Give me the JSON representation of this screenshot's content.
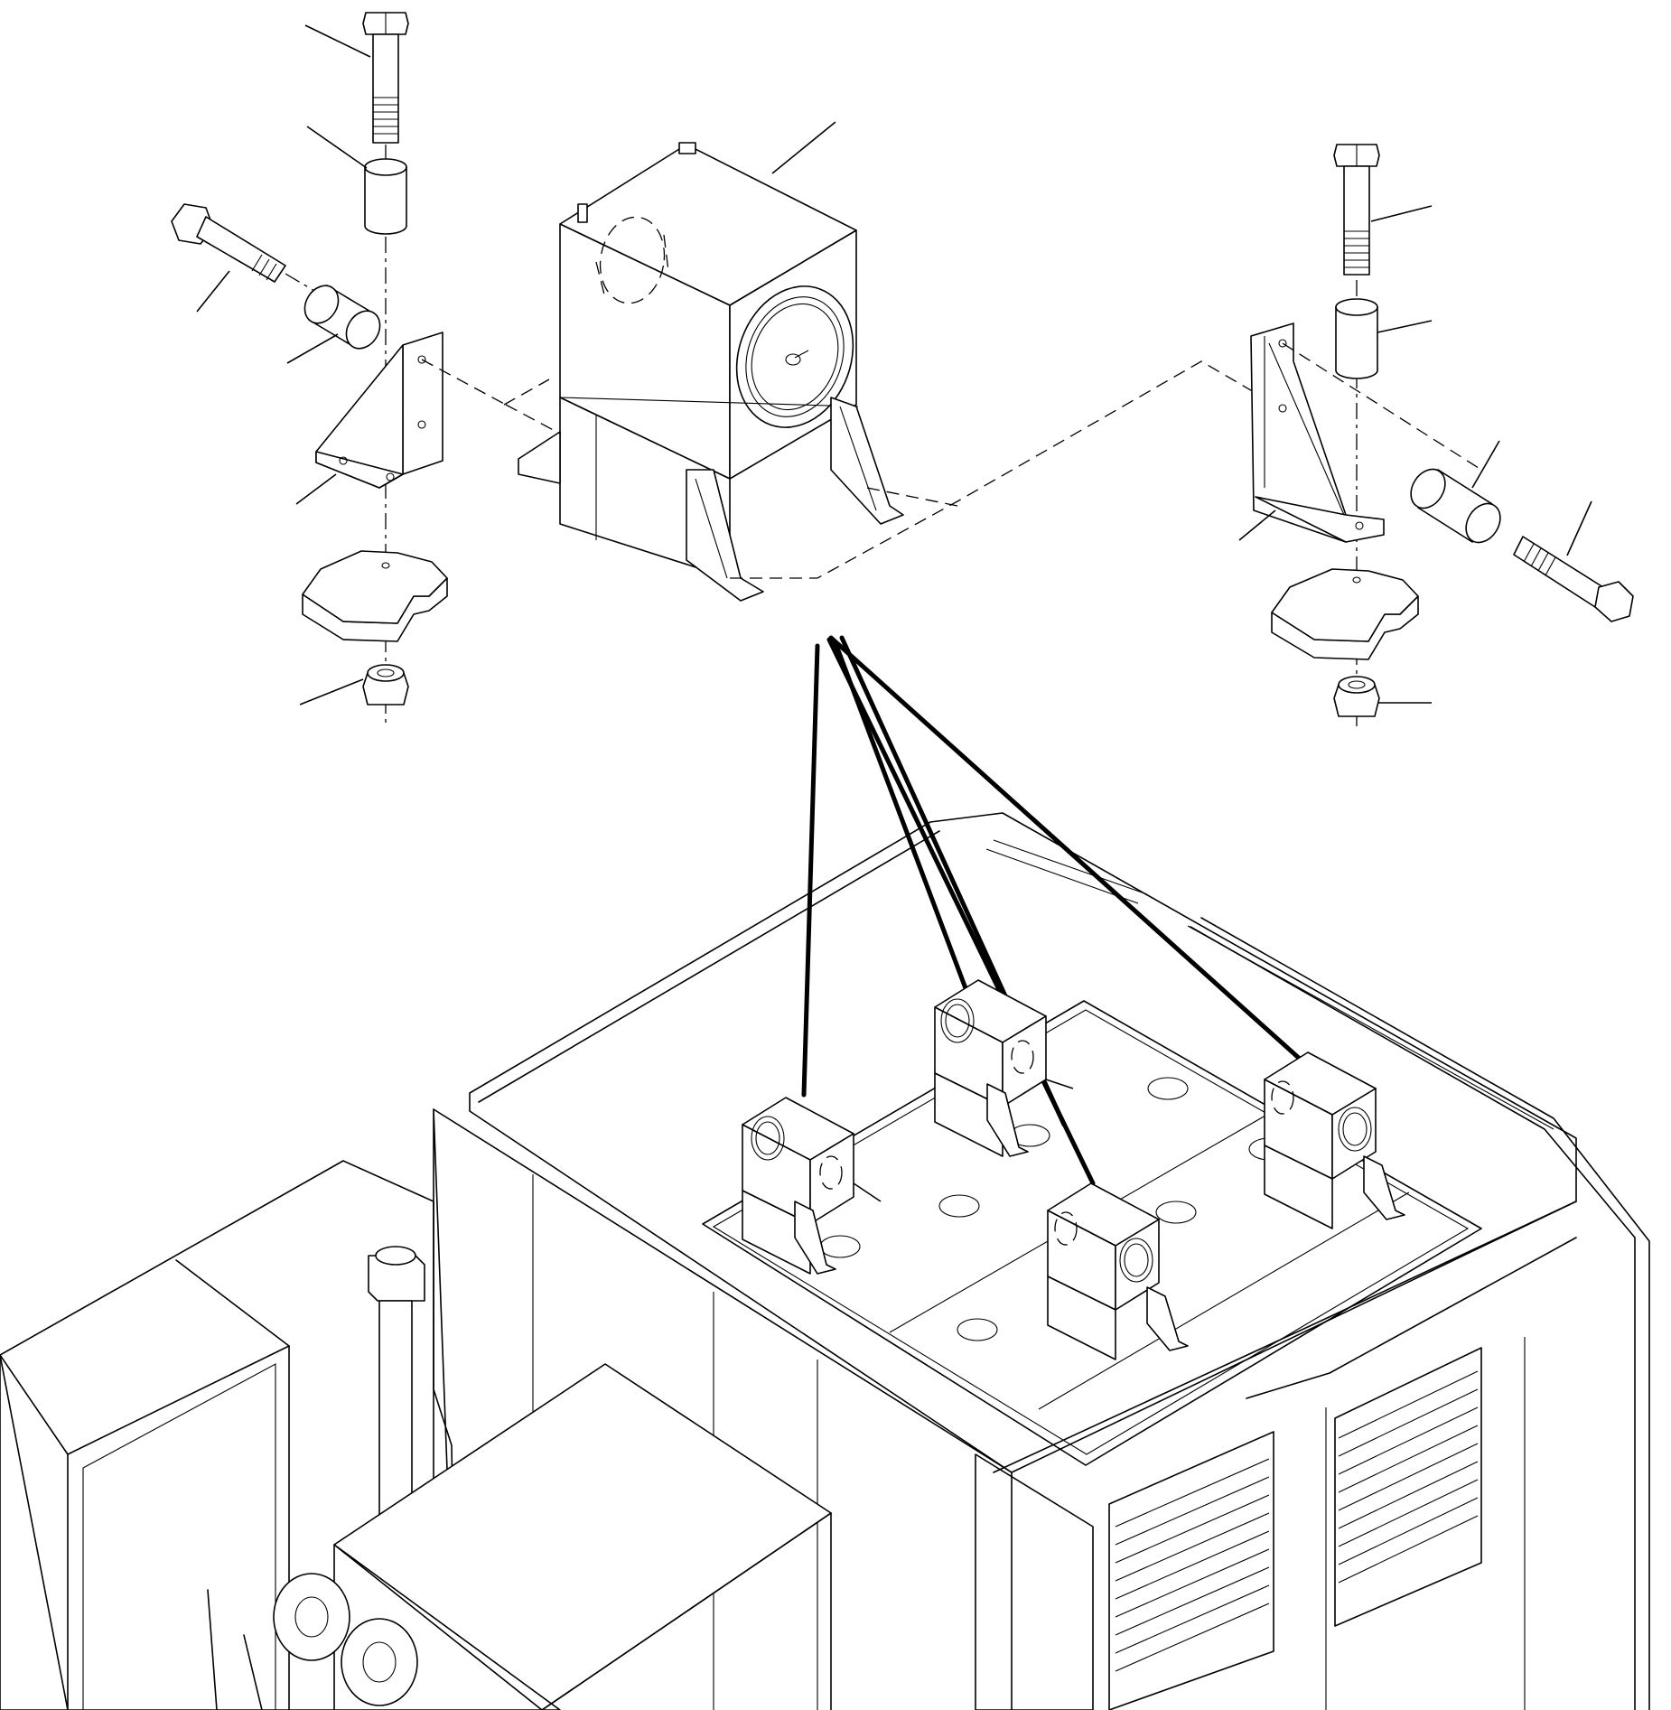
{
  "figure": {
    "type": "exploded-assembly-line-drawing",
    "stroke_color": "#000000",
    "background_color": "#ffffff",
    "assemblies": [
      {
        "name": "left-mount-assembly",
        "parts": [
          "bolt",
          "spacer",
          "bolt",
          "spacer",
          "bracket",
          "rubber-mount",
          "nut"
        ]
      },
      {
        "name": "center-component-box",
        "parts": [
          "box"
        ]
      },
      {
        "name": "right-mount-assembly",
        "parts": [
          "bolt",
          "spacer",
          "bracket",
          "spacer",
          "bolt",
          "rubber-mount",
          "nut"
        ]
      },
      {
        "name": "machine-deck",
        "parts": [
          "component-box",
          "component-box",
          "component-box",
          "component-box"
        ]
      }
    ]
  }
}
